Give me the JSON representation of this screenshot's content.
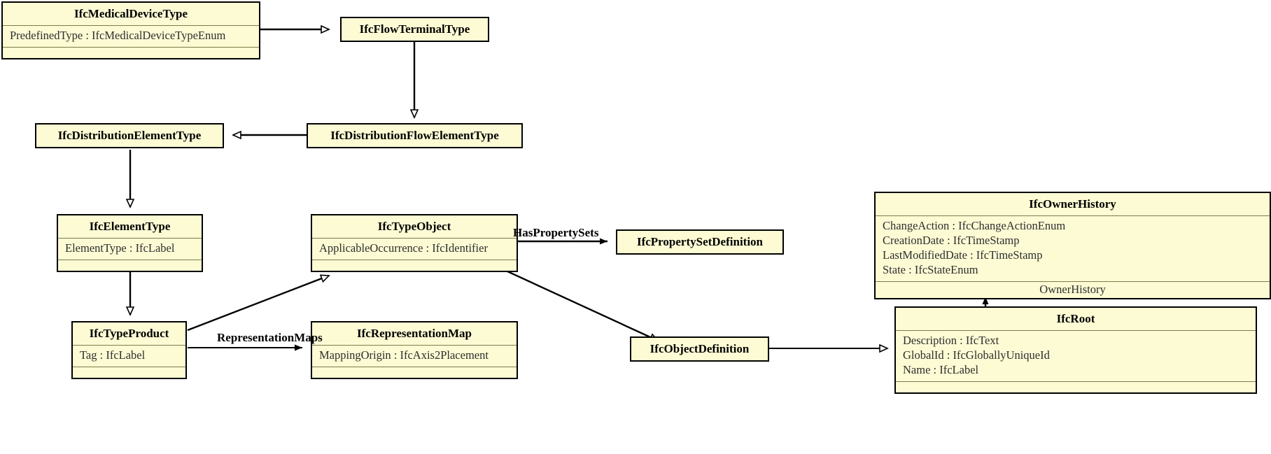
{
  "diagram": {
    "title": "IFC Medical Device Type UML class diagram",
    "type": "uml-class-diagram",
    "background_color": "#ffffff",
    "class_fill_color": "#fdfbd4",
    "class_border_color": "#000000",
    "compartment_rule_color": "#7d7a4a",
    "edge_color": "#000000"
  },
  "classes": [
    {
      "id": "IfcMedicalDeviceType",
      "name": "IfcMedicalDeviceType",
      "attributes": [
        "PredefinedType : IfcMedicalDeviceTypeEnum"
      ],
      "operations": []
    },
    {
      "id": "IfcFlowTerminalType",
      "name": "IfcFlowTerminalType",
      "attributes": [],
      "operations": []
    },
    {
      "id": "IfcDistributionElementType",
      "name": "IfcDistributionElementType",
      "attributes": [],
      "operations": []
    },
    {
      "id": "IfcDistributionFlowElementType",
      "name": "IfcDistributionFlowElementType",
      "attributes": [],
      "operations": []
    },
    {
      "id": "IfcElementType",
      "name": "IfcElementType",
      "attributes": [
        "ElementType : IfcLabel"
      ],
      "operations": []
    },
    {
      "id": "IfcTypeObject",
      "name": "IfcTypeObject",
      "attributes": [
        "ApplicableOccurrence : IfcIdentifier"
      ],
      "operations": []
    },
    {
      "id": "IfcPropertySetDefinition",
      "name": "IfcPropertySetDefinition",
      "attributes": [],
      "operations": []
    },
    {
      "id": "IfcOwnerHistory",
      "name": "IfcOwnerHistory",
      "attributes": [
        "ChangeAction : IfcChangeActionEnum",
        "CreationDate : IfcTimeStamp",
        "LastModifiedDate : IfcTimeStamp",
        "State : IfcStateEnum"
      ],
      "operations": [
        "OwnerHistory"
      ]
    },
    {
      "id": "IfcTypeProduct",
      "name": "IfcTypeProduct",
      "attributes": [
        "Tag : IfcLabel"
      ],
      "operations": []
    },
    {
      "id": "IfcRepresentationMap",
      "name": "IfcRepresentationMap",
      "attributes": [
        "MappingOrigin : IfcAxis2Placement"
      ],
      "operations": []
    },
    {
      "id": "IfcObjectDefinition",
      "name": "IfcObjectDefinition",
      "attributes": [],
      "operations": []
    },
    {
      "id": "IfcRoot",
      "name": "IfcRoot",
      "attributes": [
        "Description : IfcText",
        "GlobalId : IfcGloballyUniqueId",
        "Name : IfcLabel"
      ],
      "operations": []
    }
  ],
  "edge_labels": {
    "has_property_sets": "HasPropertySets",
    "representation_maps": "RepresentationMaps"
  },
  "relationships": [
    {
      "from": "IfcMedicalDeviceType",
      "to": "IfcFlowTerminalType",
      "kind": "generalization"
    },
    {
      "from": "IfcFlowTerminalType",
      "to": "IfcDistributionFlowElementType",
      "kind": "generalization"
    },
    {
      "from": "IfcDistributionFlowElementType",
      "to": "IfcDistributionElementType",
      "kind": "generalization"
    },
    {
      "from": "IfcDistributionElementType",
      "to": "IfcElementType",
      "kind": "generalization"
    },
    {
      "from": "IfcElementType",
      "to": "IfcTypeProduct",
      "kind": "generalization"
    },
    {
      "from": "IfcTypeProduct",
      "to": "IfcTypeObject",
      "kind": "generalization"
    },
    {
      "from": "IfcTypeObject",
      "to": "IfcPropertySetDefinition",
      "kind": "association",
      "label": "HasPropertySets"
    },
    {
      "from": "IfcTypeProduct",
      "to": "IfcRepresentationMap",
      "kind": "association",
      "label": "RepresentationMaps"
    },
    {
      "from": "IfcTypeObject",
      "to": "IfcObjectDefinition",
      "kind": "generalization"
    },
    {
      "from": "IfcObjectDefinition",
      "to": "IfcRoot",
      "kind": "generalization"
    },
    {
      "from": "IfcRoot",
      "to": "IfcOwnerHistory",
      "kind": "association",
      "label": "OwnerHistory"
    }
  ]
}
